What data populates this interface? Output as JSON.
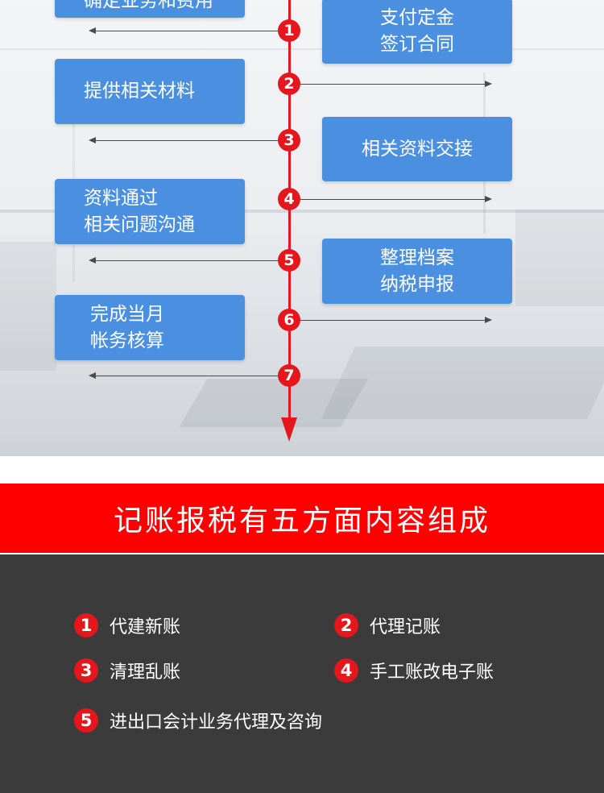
{
  "flow": {
    "left_boxes": [
      {
        "lines": [
          "确定业务和费用"
        ]
      },
      {
        "lines": [
          "提供相关材料"
        ]
      },
      {
        "lines": [
          "资料通过",
          "相关问题沟通"
        ]
      },
      {
        "lines": [
          "完成当月",
          "帐务核算"
        ]
      }
    ],
    "right_boxes": [
      {
        "lines": [
          "支付定金",
          "签订合同"
        ]
      },
      {
        "lines": [
          "相关资料交接"
        ]
      },
      {
        "lines": [
          "整理档案",
          "纳税申报"
        ]
      }
    ],
    "steps": [
      "1",
      "2",
      "3",
      "4",
      "5",
      "6",
      "7"
    ],
    "colors": {
      "box": "#4a8fe0",
      "line": "#e5161c",
      "arrow": "#4a4a4a"
    }
  },
  "banner": {
    "title": "记账报税有五方面内容组成",
    "color": "#ff0000"
  },
  "services": [
    {
      "num": "1",
      "label": "代建新账"
    },
    {
      "num": "2",
      "label": "代理记账"
    },
    {
      "num": "3",
      "label": "清理乱账"
    },
    {
      "num": "4",
      "label": "手工账改电子账"
    },
    {
      "num": "5",
      "label": "进出口会计业务代理及咨询"
    }
  ]
}
